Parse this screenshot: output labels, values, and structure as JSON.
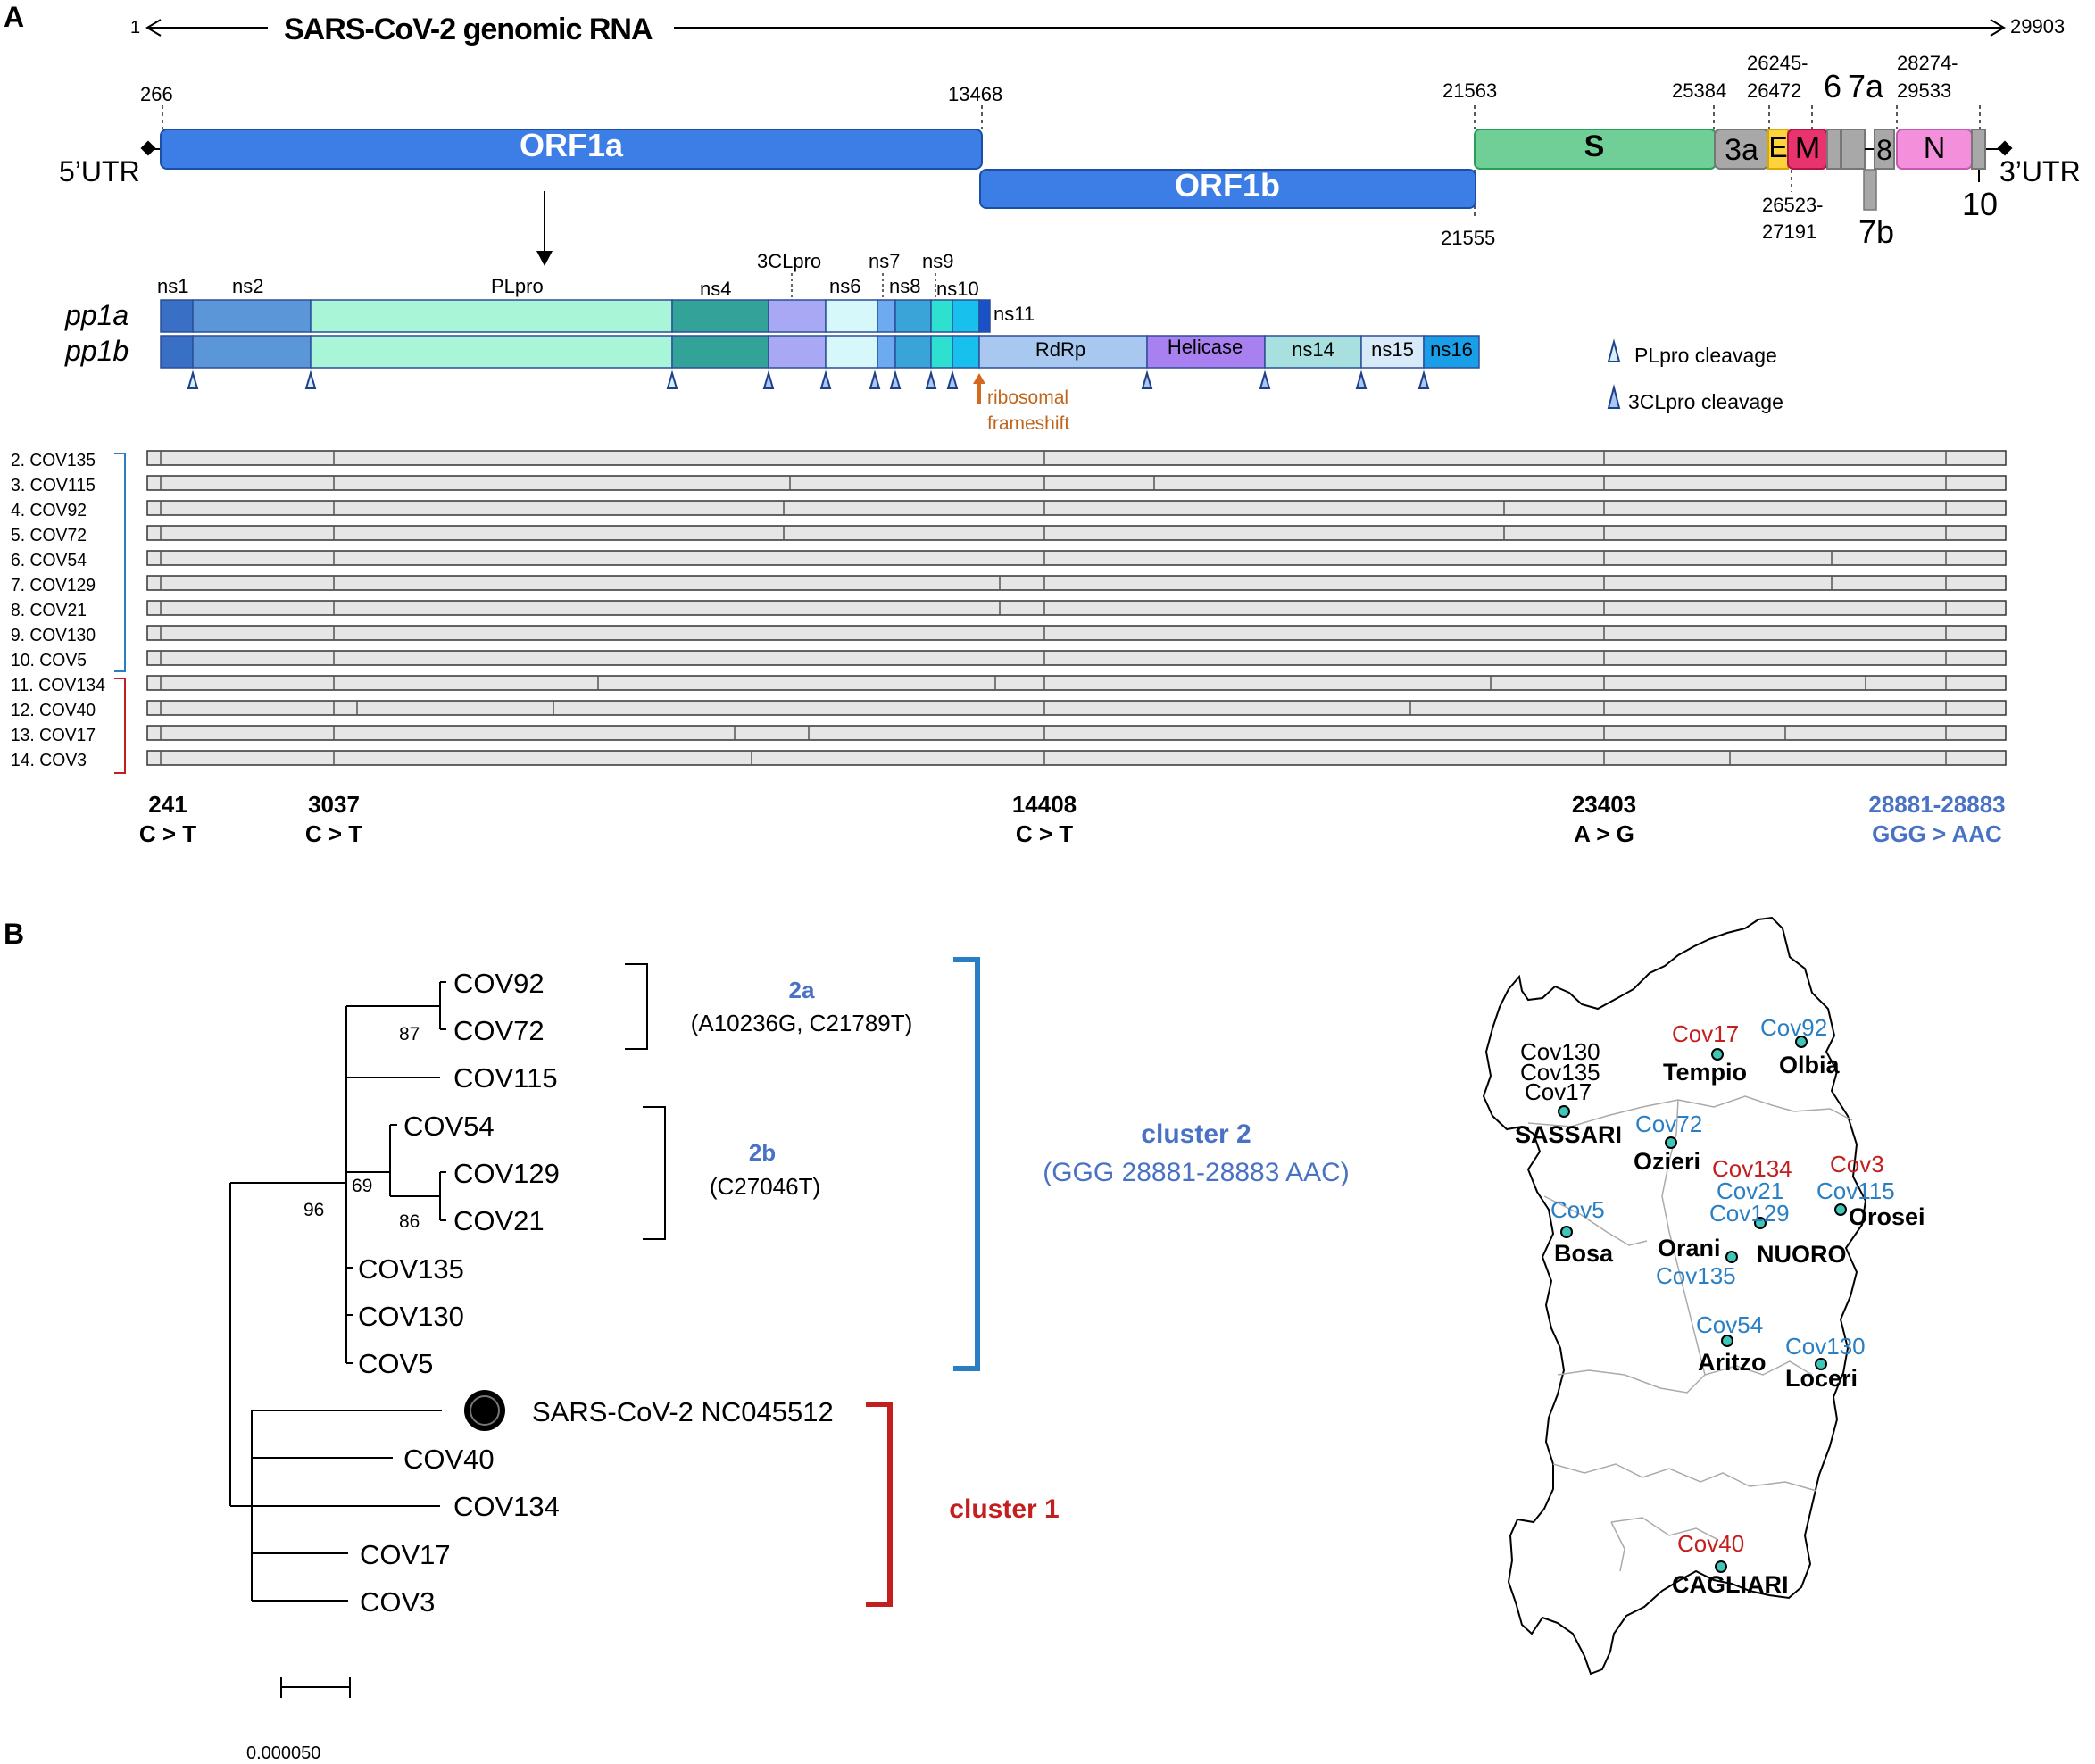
{
  "panel_a": {
    "label": "A",
    "genome": {
      "title": "SARS-CoV-2 genomic RNA",
      "start": "1",
      "end": "29903",
      "utr5": "5’UTR",
      "utr3": "3’UTR",
      "genes": [
        {
          "name": "ORF1a",
          "color": "#3d7ee6"
        },
        {
          "name": "ORF1b",
          "color": "#3d7ee6"
        },
        {
          "name": "S",
          "color": "#6fcf97"
        },
        {
          "name": "3a",
          "color": "#a8a8a8"
        },
        {
          "name": "E",
          "color": "#ffd23c"
        },
        {
          "name": "M",
          "color": "#e8336e"
        },
        {
          "name": "6",
          "color": "#a8a8a8"
        },
        {
          "name": "7a",
          "color": "#a8a8a8"
        },
        {
          "name": "7b",
          "color": "#a8a8a8"
        },
        {
          "name": "8",
          "color": "#a8a8a8"
        },
        {
          "name": "N",
          "color": "#f48fdc"
        },
        {
          "name": "10",
          "color": "#a8a8a8"
        }
      ],
      "coordinates": {
        "orf1a_start": "266",
        "orf1a_end": "13468",
        "s_start": "21563",
        "orf1b_end": "21555",
        "orf3a_start": "25384",
        "e_range_1": "26245-",
        "e_range_2": "26472",
        "m_range_1": "26523-",
        "m_range_2": "27191",
        "n_range_1": "28274-",
        "n_range_2": "29533"
      }
    },
    "polyprotein": {
      "pp1a": "pp1a",
      "pp1b": "pp1b",
      "top_labels": [
        "ns1",
        "ns2",
        "PLpro",
        "ns4",
        "3CLpro",
        "ns6",
        "ns7",
        "ns8",
        "ns9",
        "ns10",
        "ns11"
      ],
      "bar_labels": [
        "RdRp",
        "Helicase",
        "ns14",
        "ns15",
        "ns16"
      ],
      "frameshift_1": "ribosomal",
      "frameshift_2": "frameshift",
      "legend": [
        "PLpro cleavage",
        "3CLpro cleavage"
      ]
    },
    "samples": [
      "2. COV135",
      "3. COV115",
      "4. COV92",
      "5. COV72",
      "6. COV54",
      "7. COV129",
      "8. COV21",
      "9. COV130",
      "10. COV5",
      "11. COV134",
      "12. COV40",
      "13. COV17",
      "14. COV3"
    ],
    "mutations": [
      {
        "position": "241",
        "change": "C > T"
      },
      {
        "position": "3037",
        "change": "C > T"
      },
      {
        "position": "14408",
        "change": "C > T"
      },
      {
        "position": "23403",
        "change": "A > G"
      },
      {
        "position": "28881-28883",
        "change": "GGG  > AAC",
        "color": "#4a72c4"
      }
    ]
  },
  "panel_b": {
    "label": "B",
    "tree": {
      "leaves": [
        "COV92",
        "COV72",
        "COV115",
        "COV54",
        "COV129",
        "COV21",
        "COV135",
        "COV130",
        "COV5",
        "SARS-CoV-2 NC045512",
        "COV40",
        "COV134",
        "COV17",
        "COV3"
      ],
      "bootstrap": [
        "87",
        "69",
        "86",
        "96"
      ],
      "scale_label": "0.000050"
    },
    "subclades": [
      {
        "name": "2a",
        "mutations": "(A10236G, C21789T)"
      },
      {
        "name": "2b",
        "mutations": "(C27046T)"
      }
    ],
    "clusters": [
      {
        "name": "cluster  2",
        "note": "(GGG  28881-28883    AAC)",
        "color": "#2a7fc4"
      },
      {
        "name": "cluster  1",
        "color": "#c41f1f"
      }
    ],
    "map": {
      "cities": [
        "Tempio",
        "Olbia",
        "SASSARI",
        "Ozieri",
        "Orosei",
        "Bosa",
        "Orani",
        "NUORO",
        "Aritzo",
        "Loceri",
        "CAGLIARI"
      ],
      "samples_cluster1": [
        "Cov17",
        "Cov134",
        "Cov3",
        "Cov40"
      ],
      "samples_cluster2": [
        "Cov92",
        "Cov72",
        "Cov21",
        "Cov115",
        "Cov129",
        "Cov5",
        "Cov135",
        "Cov54",
        "Cov130"
      ],
      "samples_north_black": [
        "Cov130",
        "Cov135",
        "Cov17"
      ]
    }
  }
}
